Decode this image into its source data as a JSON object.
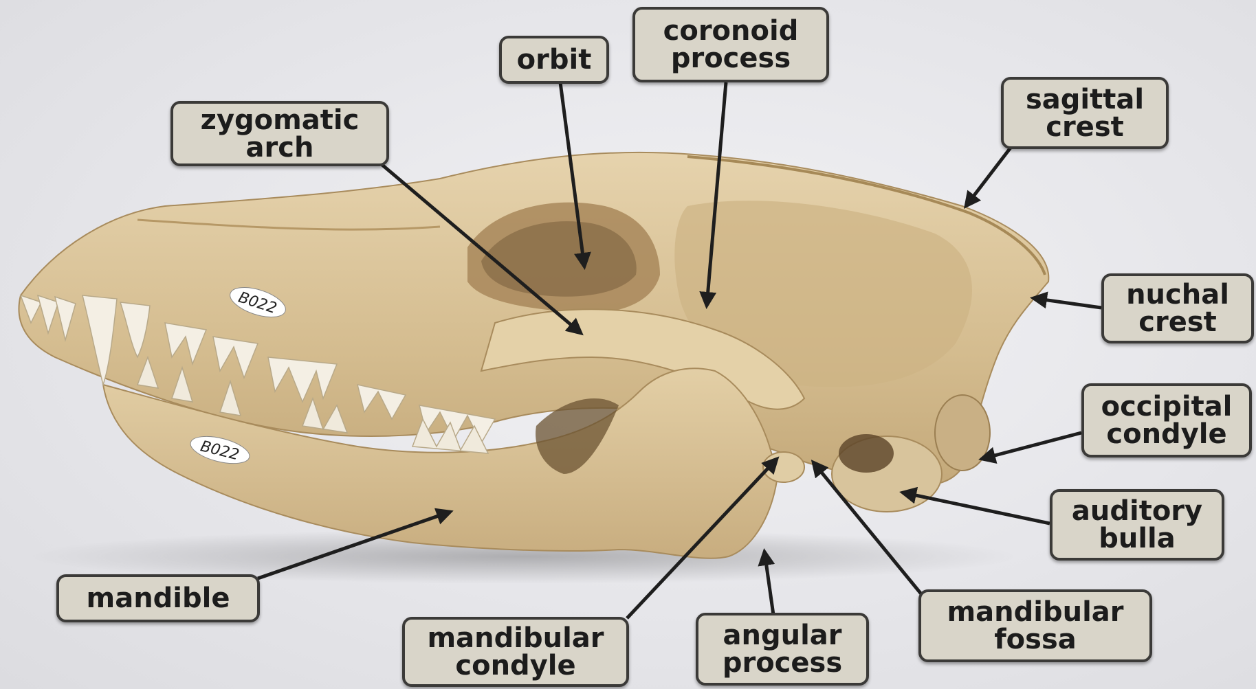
{
  "colors": {
    "label_fill": "#d9d5c9",
    "label_border": "#3b3a38",
    "arrow": "#2a2a2a",
    "bone": "#d8c39a",
    "background": "#e6e6ea"
  },
  "specimen_tags": [
    "B022",
    "B022"
  ],
  "labels": [
    {
      "id": "orbit",
      "text": "orbit"
    },
    {
      "id": "coronoid_process",
      "text": "coronoid\nprocess"
    },
    {
      "id": "zygomatic_arch",
      "text": "zygomatic\narch"
    },
    {
      "id": "sagittal_crest",
      "text": "sagittal\ncrest"
    },
    {
      "id": "nuchal_crest",
      "text": "nuchal\ncrest"
    },
    {
      "id": "occipital_condyle",
      "text": "occipital\ncondyle"
    },
    {
      "id": "auditory_bulla",
      "text": "auditory\nbulla"
    },
    {
      "id": "mandible",
      "text": "mandible"
    },
    {
      "id": "mandibular_condyle",
      "text": "mandibular\ncondyle"
    },
    {
      "id": "angular_process",
      "text": "angular\nprocess"
    },
    {
      "id": "mandibular_fossa",
      "text": "mandibular\nfossa"
    }
  ]
}
